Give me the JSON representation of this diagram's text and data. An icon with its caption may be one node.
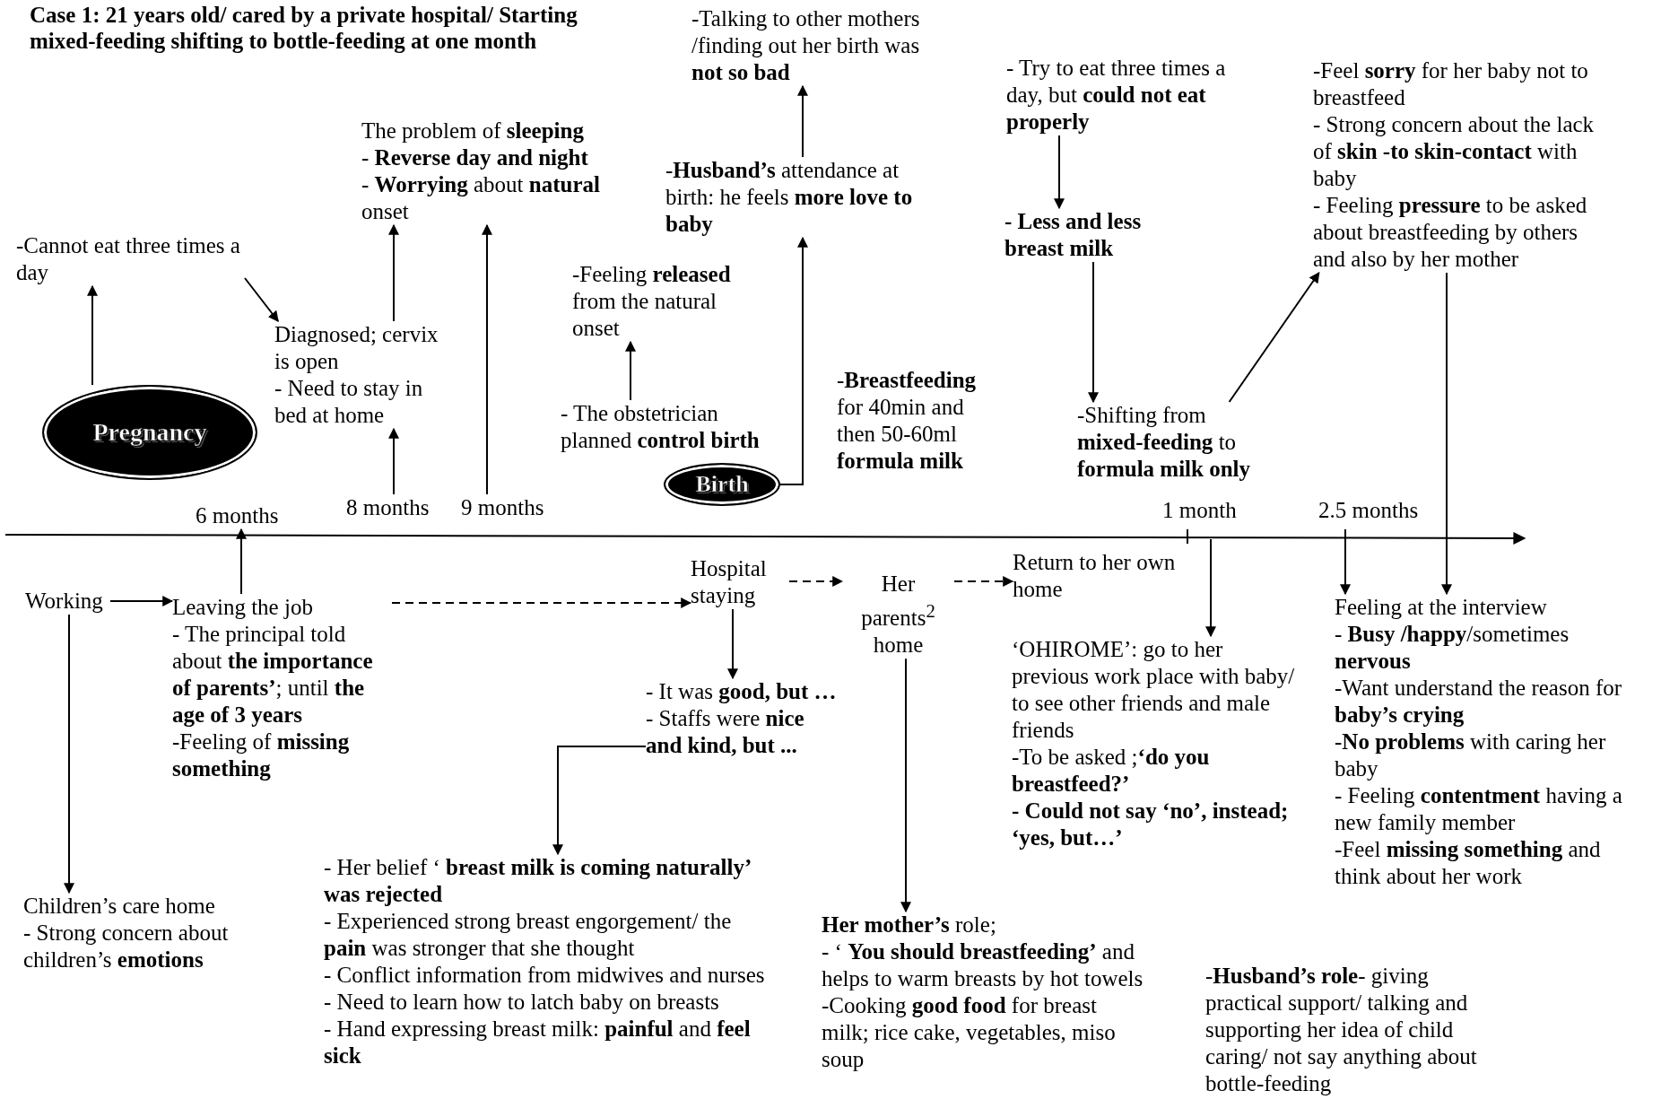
{
  "diagram": {
    "title": "Case 1: 21 years old/ cared by a private hospital/ Starting mixed-feeding shifting to bottle-feeding at one month",
    "nodes": [
      {
        "text": [
          "Pregnancy"
        ]
      },
      {
        "text": [
          "-Cannot eat three times a day"
        ]
      },
      {
        "text": [
          "Diagnosed; cervix is open",
          "- Need to stay in bed at home"
        ]
      },
      {
        "text": [
          "The problem of **sleeping**",
          "- **Reverse day and night**",
          "- **Worrying** about **natural** onset"
        ]
      },
      {
        "text": [
          "-Feeling **released** from the natural onset"
        ]
      },
      {
        "text": [
          "- The obstetrician planned **control birth**"
        ]
      },
      {
        "text": [
          "Birth"
        ]
      },
      {
        "text": [
          "-**Husband’s** attendance at birth: he feels **more love to baby**"
        ]
      },
      {
        "text": [
          "-Talking to other mothers /finding out her birth was **not so bad**"
        ]
      },
      {
        "text": [
          "-**Breastfeeding** for 40min and then 50-60ml **formula milk**"
        ]
      },
      {
        "text": [
          "- Try to eat three times a day, but **could not eat properly**"
        ]
      },
      {
        "text": [
          "- Less and less breast milk"
        ]
      },
      {
        "text": [
          "-Shifting from **mixed-feeding** to **formula milk only**"
        ]
      },
      {
        "text": [
          "-Feel **sorry** for her baby not to breastfeed",
          "- Strong concern about the lack of **skin -to skin-contact** with baby",
          "- Feeling **pressure** to be asked about breastfeeding by others and also by her mother"
        ]
      },
      {
        "text": [
          "6 months"
        ]
      },
      {
        "text": [
          "8 months"
        ]
      },
      {
        "text": [
          "9 months"
        ]
      },
      {
        "text": [
          "Working"
        ]
      },
      {
        "text": [
          "Leaving the job",
          "- The principal told about **the importance of parents’**; until **the age of 3 years**",
          "-Feeling of **missing something**"
        ]
      },
      {
        "text": [
          "Hospital staying"
        ]
      },
      {
        "text": [
          "Her parents$^{2}$ home"
        ]
      },
      {
        "text": [
          "Return to her own home"
        ]
      },
      {
        "text": [
          "- It was **good, but …**",
          "- Staffs were **nice and kind, but ...**"
        ]
      },
      {
        "text": [
          "Children’s care home",
          "- Strong concern about children’s **emotions**"
        ]
      },
      {
        "text": [
          "- Her belief ‘ **breast milk is coming naturally’ was rejected**",
          "- Experienced strong breast engorgement/ the **pain** was stronger that she thought",
          "- Conflict information from midwives and nurses",
          "- Need to learn how to latch baby on breasts",
          "- Hand expressing breast milk: **painful** and **feel sick**"
        ]
      },
      {
        "text": [
          "**Her mother’s** role;",
          "- ‘ **You should breastfeeding’** and helps to warm breasts by hot towels",
          "-Cooking **good food** for breast milk; rice cake, vegetables, miso soup"
        ]
      },
      {
        "text": [
          "‘OHIROME’: go to her previous work place with baby/ to see other friends and male friends",
          "-To be asked ;**‘do you breastfeed?’**",
          "**- Could not say ‘no’, instead; ‘yes, but…’**"
        ]
      },
      {
        "text": [
          "Feeling at the interview",
          "- **Busy /happy**/sometimes **nervous**",
          "-Want understand the reason for **baby’s crying**",
          "-**No problems** with caring her baby",
          "- Feeling **contentment** having a new family member",
          "-Feel **missing something** and think about her work"
        ]
      },
      {
        "text": [
          "-**Husband’s role**- giving practical support/ talking and supporting her idea of child caring/ not say anything about bottle-feeding"
        ]
      }
    ],
    "edges": [
      {
        "from": 0,
        "to": 1,
        "arrow": "to"
      },
      {
        "from": 1,
        "to": 2,
        "arrow": "to"
      },
      {
        "from": 15,
        "to": 2,
        "arrow": "to"
      },
      {
        "from": 2,
        "to": 3,
        "arrow": "to"
      },
      {
        "from": 16,
        "to": 3,
        "arrow": "to"
      },
      {
        "from": 5,
        "to": 4,
        "arrow": "to"
      },
      {
        "from": 6,
        "to": 7,
        "arrow": "to"
      },
      {
        "from": 7,
        "to": 8,
        "arrow": "to"
      },
      {
        "from": 10,
        "to": 11,
        "arrow": "to"
      },
      {
        "from": 11,
        "to": 12,
        "arrow": "to"
      },
      {
        "from": 12,
        "to": 13,
        "arrow": "to"
      },
      {
        "from": 13,
        "to": 27,
        "arrow": "to"
      },
      {
        "from": 17,
        "to": 18,
        "arrow": "to"
      },
      {
        "from": 18,
        "to": 14,
        "arrow": "to"
      },
      {
        "from": 18,
        "to": 19,
        "arrow": "to",
        "style": "dashed"
      },
      {
        "from": 19,
        "to": 20,
        "arrow": "to",
        "style": "dashed"
      },
      {
        "from": 20,
        "to": 21,
        "arrow": "to",
        "style": "dashed"
      },
      {
        "from": 19,
        "to": 22,
        "arrow": "to"
      },
      {
        "from": 22,
        "to": 24,
        "arrow": "to"
      },
      {
        "from": 17,
        "to": 23,
        "arrow": "to"
      },
      {
        "from": 20,
        "to": 25,
        "arrow": "to"
      },
      {
        "from": null,
        "to": 26,
        "arrow": "to"
      },
      {
        "from": null,
        "to": 27,
        "arrow": "to"
      }
    ],
    "labels": [
      "1 month",
      "2.5 months"
    ]
  }
}
